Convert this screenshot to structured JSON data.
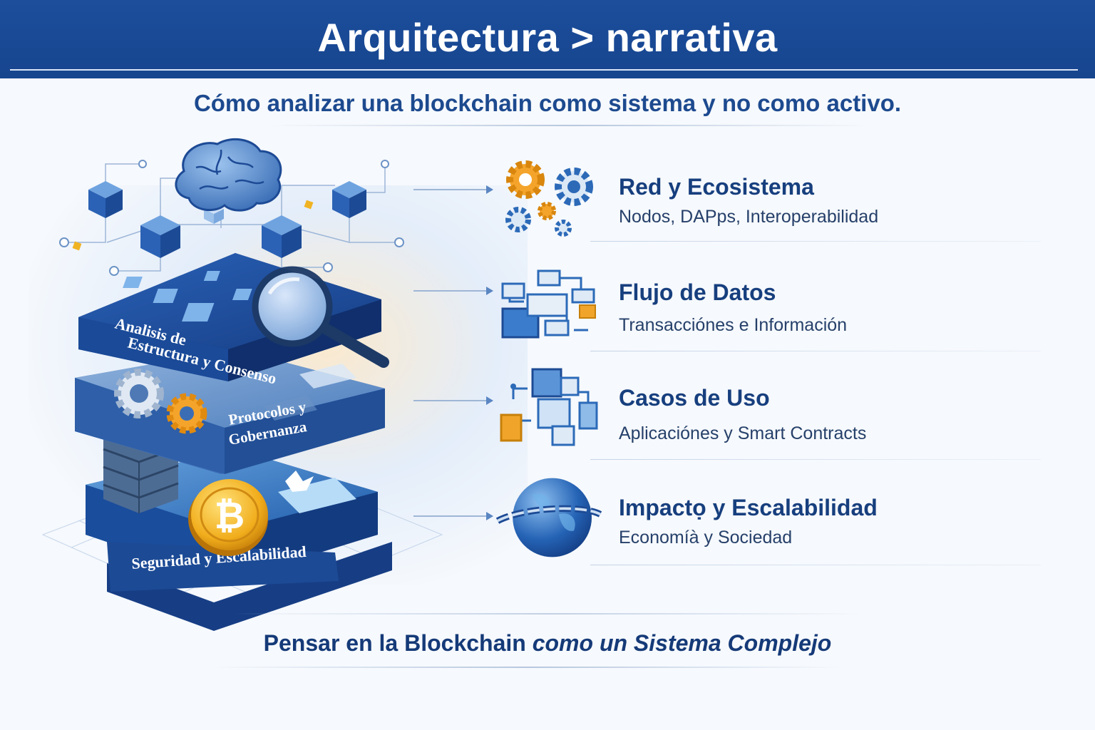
{
  "header": {
    "title": "Arquitectura > narrativa"
  },
  "subtitle": "Cómo analizar una blockchain como sistema y no como activo.",
  "stack": {
    "layers": [
      {
        "label_line1": "Analisis de",
        "label_line2": "Estructura y Consenso"
      },
      {
        "label_line1": "Protocolos y",
        "label_line2": "Gobernanza"
      },
      {
        "label_line1": "Seguridad y Escalabilidad"
      }
    ],
    "icons": [
      "brain-icon",
      "magnifier-icon",
      "gear-icon",
      "bitcoin-icon",
      "server-icon"
    ]
  },
  "items": [
    {
      "name": "Red y Ecosistema",
      "desc": "Nodos, DAPps, Interoperabilidad",
      "icon": "gears-icon"
    },
    {
      "name": "Flujo de Datos",
      "desc": "Transacciónes e Información",
      "icon": "flowchart-icon"
    },
    {
      "name": "Casos de Uso",
      "desc": "Aplicaciónes y Smart Contracts",
      "icon": "cubes-icon"
    },
    {
      "name": "Impactọ y Escalabilidad",
      "desc": "Economíà y Sociedad",
      "icon": "globe-chain-icon"
    }
  ],
  "colors": {
    "primary": "#1c4e9c",
    "dark_text": "#153a78",
    "accent_orange": "#e89a1c",
    "light_blue": "#5d9ad6"
  },
  "footer": {
    "text_plain": "Pensar en la Blockchain ",
    "text_italic": "como un Sistema Complejo"
  }
}
